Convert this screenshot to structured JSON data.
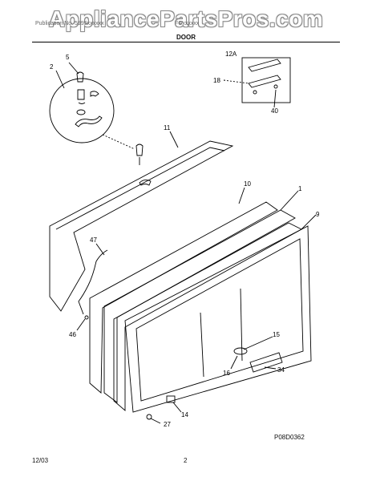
{
  "watermark": "AppliancePartsPros.com",
  "header": {
    "left": "Publication No. 5995xxxxxx",
    "mid": "FCxxxxxx",
    "title": "DOOR"
  },
  "callouts": {
    "c5": "5",
    "c2": "2",
    "c11": "11",
    "c12A": "12A",
    "c18": "18",
    "c40": "40",
    "c10": "10",
    "c1": "1",
    "c9": "9",
    "c47": "47",
    "c46": "46",
    "c15": "15",
    "c16": "16",
    "c34": "34",
    "c14": "14",
    "c27": "27"
  },
  "diagram_ref": "P08D0362",
  "footer": {
    "date": "12/03",
    "page": "2"
  }
}
